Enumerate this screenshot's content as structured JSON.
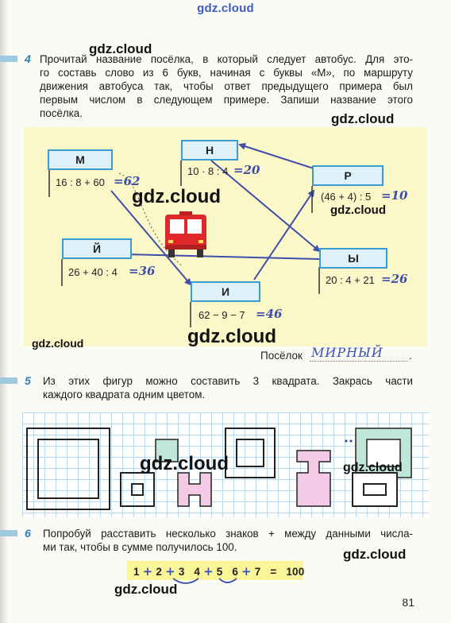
{
  "watermarks": {
    "top": "gdz.cloud",
    "label": "gdz.cloud"
  },
  "task4": {
    "number": "4",
    "text_lines": [
      "Прочитай название посёлка, в который следует автобус. Для это-",
      "го составь слово из 6 букв, начиная с буквы «М», по маршруту",
      "движения автобуса так, чтобы ответ предыдущего примера был",
      "первым числом в следующем примере. Запиши название этого",
      "посёлка."
    ],
    "stops": [
      {
        "letter": "М",
        "expression": "16 : 8 + 60",
        "answer": "=62"
      },
      {
        "letter": "Н",
        "expression": "10 · 8 : 4",
        "answer": "=20"
      },
      {
        "letter": "Р",
        "expression": "(46 + 4) : 5",
        "answer": "=10"
      },
      {
        "letter": "Й",
        "expression": "26 + 40 : 4",
        "answer": "=36"
      },
      {
        "letter": "И",
        "expression": "62 − 9 − 7",
        "answer": "=46"
      },
      {
        "letter": "Ы",
        "expression": "20 : 4 + 21",
        "answer": "=26"
      }
    ],
    "answer_label": "Посёлок",
    "answer_value": "МИРНЫЙ",
    "answer_end": "."
  },
  "task5": {
    "number": "5",
    "text_lines": [
      "Из этих фигур можно составить 3 квадрата. Закрась части",
      "каждого квадрата одним цветом."
    ],
    "colors": {
      "green": "#bfe6d6",
      "pink": "#f3c9e6",
      "outline": "#222222"
    }
  },
  "task6": {
    "number": "6",
    "text_lines": [
      "Попробуй расставить несколько знаков + между данными числа-",
      "ми так, чтобы в сумме получилось 100."
    ],
    "sum": {
      "parts": [
        "1",
        "+",
        "2",
        "+",
        "3",
        "4",
        "+",
        "5",
        "6",
        "+",
        "7",
        "=",
        "100"
      ]
    }
  },
  "page_number": "81",
  "colors": {
    "accent_blue": "#3a9bd1",
    "handwriting": "#3d4fa8",
    "diagram_bg": "#fbf7c8",
    "highlight": "#fbf59a",
    "bus_red": "#e0282b"
  }
}
